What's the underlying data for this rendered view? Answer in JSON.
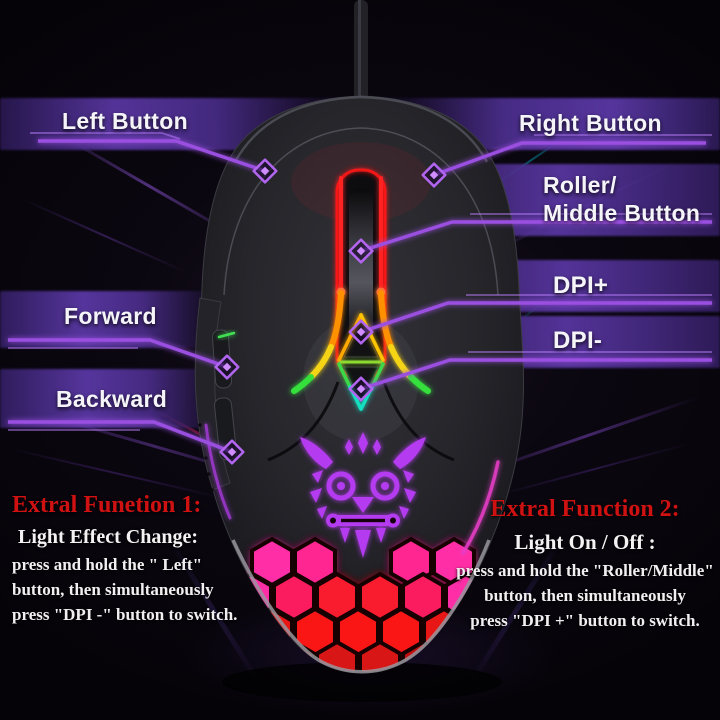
{
  "labels": {
    "left_button": "Left Button",
    "right_button": "Right Button",
    "roller": "Roller/\nMiddle Button",
    "dpi_plus": "DPI+",
    "dpi_minus": "DPI-",
    "forward": "Forward",
    "backward": "Backward"
  },
  "function1": {
    "title": "Extral Funetion 1:",
    "subtitle": "Light Effect Change:",
    "line1": "press and hold the \" Left\"",
    "line2": "button, then simultaneously",
    "line3": "press \"DPI -\" button to switch."
  },
  "function2": {
    "title": "Extral Function 2:",
    "subtitle": "Light On / Off :",
    "line1": "press and hold the \"Roller/Middle\"",
    "line2": "button, then simultaneously",
    "line3": "press \"DPI +\" button to switch."
  },
  "colors": {
    "background": "#060409",
    "band_purple": "#5a38a2",
    "callout_line": "#9a4fe0",
    "connector": "#b266f0",
    "label_text": "#f5f4f8",
    "title_red": "#d01111",
    "body_text": "#f1eff0",
    "wheel_glow_red": "#ff1818",
    "strip_orange": "#ff9100",
    "strip_yellow": "#f5d416",
    "strip_green": "#35e03c",
    "dpi_cyan": "#12dfc0",
    "logo_purple": "#b43bf0",
    "hex_pink": "#ff2592",
    "hex_red": "#fb1717",
    "cable_magenta": "#f012c8"
  }
}
